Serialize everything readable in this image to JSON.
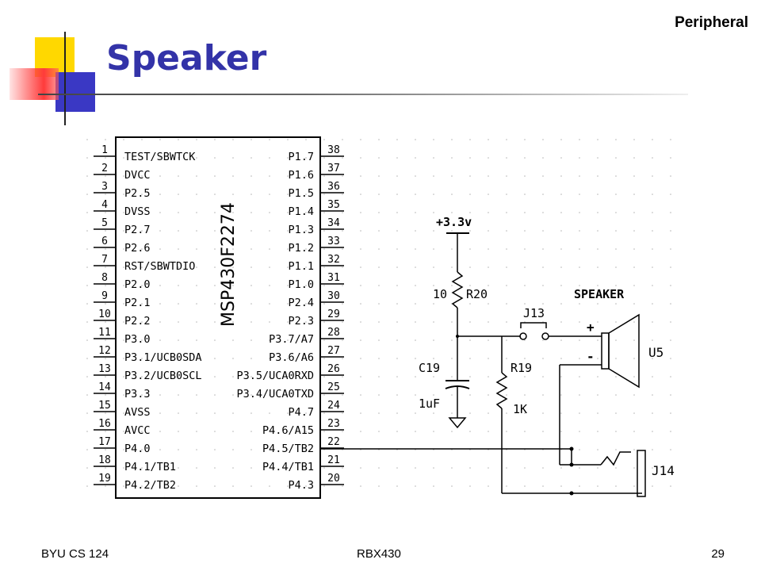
{
  "slide": {
    "section": "Peripheral",
    "title": "Speaker",
    "footer_left": "BYU CS 124",
    "footer_center": "RBX430",
    "page_number": "29"
  },
  "schematic": {
    "chip": {
      "name": "MSP430F2274",
      "left_pins": [
        {
          "num": "1",
          "label": "TEST/SBWTCK"
        },
        {
          "num": "2",
          "label": "DVCC"
        },
        {
          "num": "3",
          "label": "P2.5"
        },
        {
          "num": "4",
          "label": "DVSS"
        },
        {
          "num": "5",
          "label": "P2.7"
        },
        {
          "num": "6",
          "label": "P2.6"
        },
        {
          "num": "7",
          "label": "RST/SBWTDIO"
        },
        {
          "num": "8",
          "label": "P2.0"
        },
        {
          "num": "9",
          "label": "P2.1"
        },
        {
          "num": "10",
          "label": "P2.2"
        },
        {
          "num": "11",
          "label": "P3.0"
        },
        {
          "num": "12",
          "label": "P3.1/UCB0SDA"
        },
        {
          "num": "13",
          "label": "P3.2/UCB0SCL"
        },
        {
          "num": "14",
          "label": "P3.3"
        },
        {
          "num": "15",
          "label": "AVSS"
        },
        {
          "num": "16",
          "label": "AVCC"
        },
        {
          "num": "17",
          "label": "P4.0"
        },
        {
          "num": "18",
          "label": "P4.1/TB1"
        },
        {
          "num": "19",
          "label": "P4.2/TB2"
        }
      ],
      "right_pins": [
        {
          "num": "38",
          "label": "P1.7"
        },
        {
          "num": "37",
          "label": "P1.6"
        },
        {
          "num": "36",
          "label": "P1.5"
        },
        {
          "num": "35",
          "label": "P1.4"
        },
        {
          "num": "34",
          "label": "P1.3"
        },
        {
          "num": "33",
          "label": "P1.2"
        },
        {
          "num": "32",
          "label": "P1.1"
        },
        {
          "num": "31",
          "label": "P1.0"
        },
        {
          "num": "30",
          "label": "P2.4"
        },
        {
          "num": "29",
          "label": "P2.3"
        },
        {
          "num": "28",
          "label": "P3.7/A7"
        },
        {
          "num": "27",
          "label": "P3.6/A6"
        },
        {
          "num": "26",
          "label": "P3.5/UCA0RXD"
        },
        {
          "num": "25",
          "label": "P3.4/UCA0TXD"
        },
        {
          "num": "24",
          "label": "P4.7"
        },
        {
          "num": "23",
          "label": "P4.6/A15"
        },
        {
          "num": "22",
          "label": "P4.5/TB2"
        },
        {
          "num": "21",
          "label": "P4.4/TB1"
        },
        {
          "num": "20",
          "label": "P4.3"
        }
      ]
    },
    "labels": {
      "supply": "+3.3v",
      "r20_value": "10",
      "r20_name": "R20",
      "c19_name": "C19",
      "c19_value": "1uF",
      "r19_name": "R19",
      "r19_value": "1K",
      "j13_name": "J13",
      "speaker_title": "SPEAKER",
      "plus": "+",
      "minus": "-",
      "u5_name": "U5",
      "j14_name": "J14"
    }
  }
}
